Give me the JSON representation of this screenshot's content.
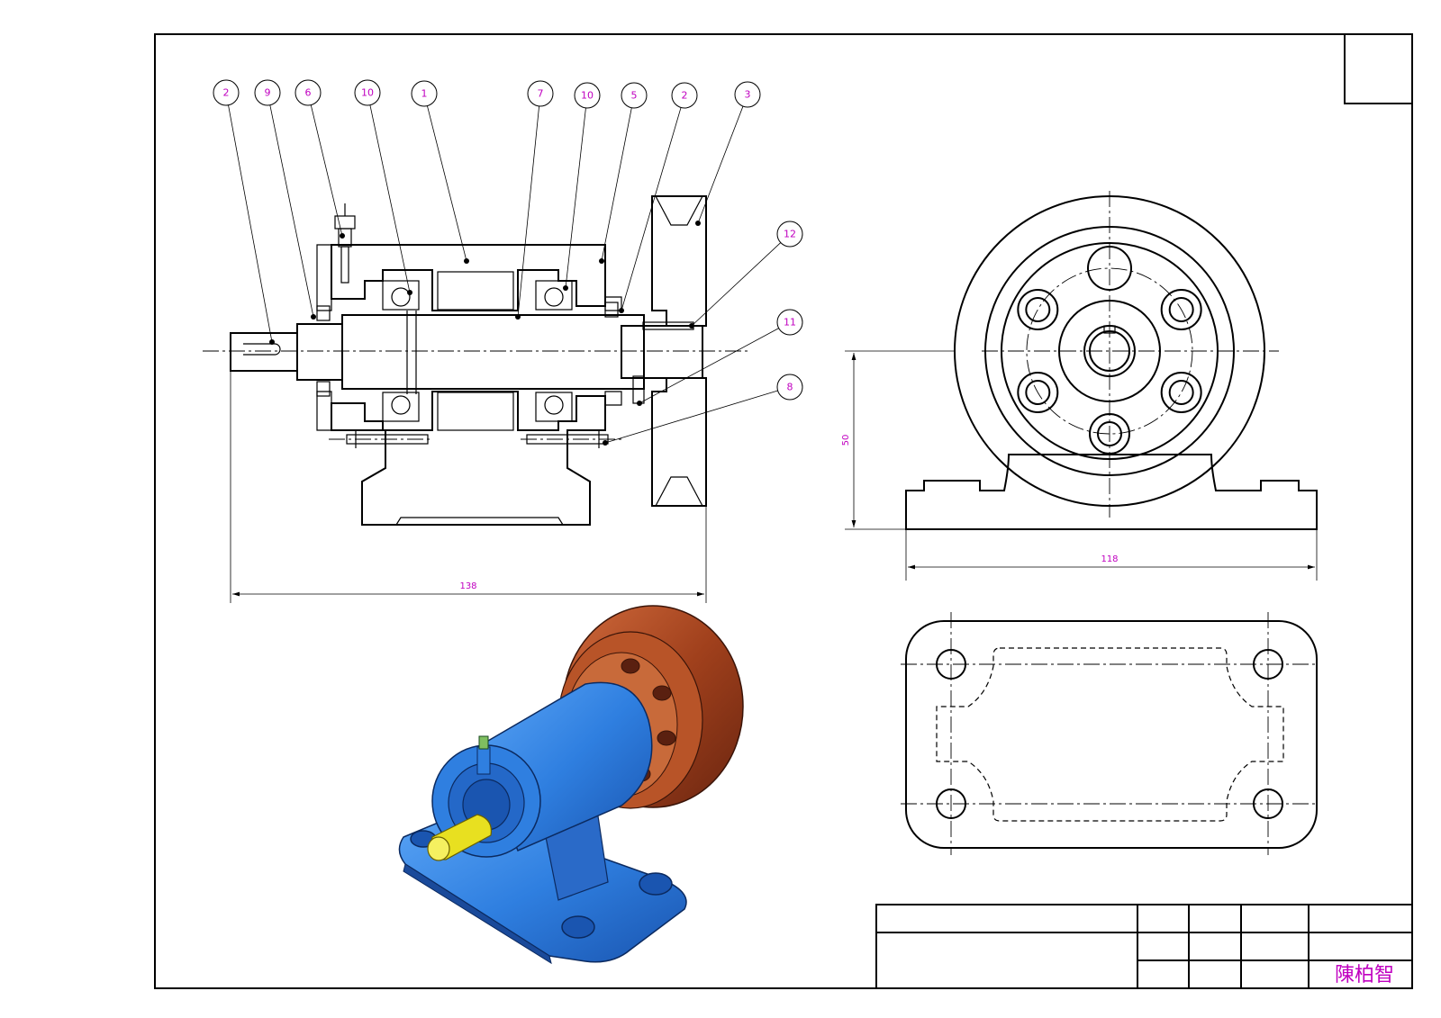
{
  "drawing": {
    "balloons": [
      "2",
      "9",
      "6",
      "10",
      "1",
      "7",
      "10",
      "5",
      "2",
      "3",
      "12",
      "11",
      "8"
    ],
    "dimensions": {
      "overall_length": "138",
      "base_width": "118",
      "center_height": "50"
    },
    "title_block": {
      "author": "陳柏智"
    },
    "colors": {
      "housing": "#2f7fe0",
      "pulley": "#a0401c",
      "shaft": "#e8e020",
      "annotation": "#c000c0"
    }
  }
}
